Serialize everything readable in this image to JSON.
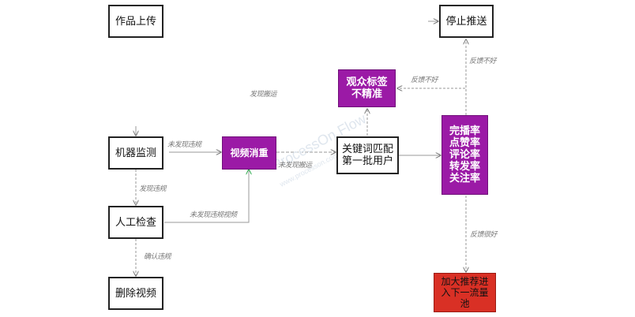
{
  "nodes": {
    "upload": "作品上传",
    "machine_check": "机器监测",
    "manual_check": "人工检查",
    "delete_video": "删除视频",
    "dedupe": "视频消重",
    "keyword_match": "关键词匹配\n第一批用户",
    "audience_tag": "观众标签\n不精准",
    "metrics": "完播率\n点赞率\n评论率\n转发率\n关注率",
    "stop_push": "停止推送",
    "boost_pool": "加大推荐进\n入下一流量\n池"
  },
  "edge_labels": {
    "machine_to_dedupe": "未发现违规",
    "machine_to_manual": "发现违规",
    "manual_to_dedupe": "未发现违规视频",
    "manual_to_delete": "确认违规",
    "dedupe_to_keyword": "未发现搬运",
    "dedupe_to_upload": "发现搬运",
    "keyword_to_audience": "反馈不好",
    "metrics_to_stop": "反馈不好",
    "metrics_to_boost": "反馈很好"
  },
  "watermark": {
    "main": "ProcessOn Flow",
    "sub": "www.processon.com"
  },
  "colors": {
    "purple": "#9b1aa6",
    "red": "#d93025",
    "line": "#9a9a9a",
    "green_arrow": "#2aa84a"
  }
}
